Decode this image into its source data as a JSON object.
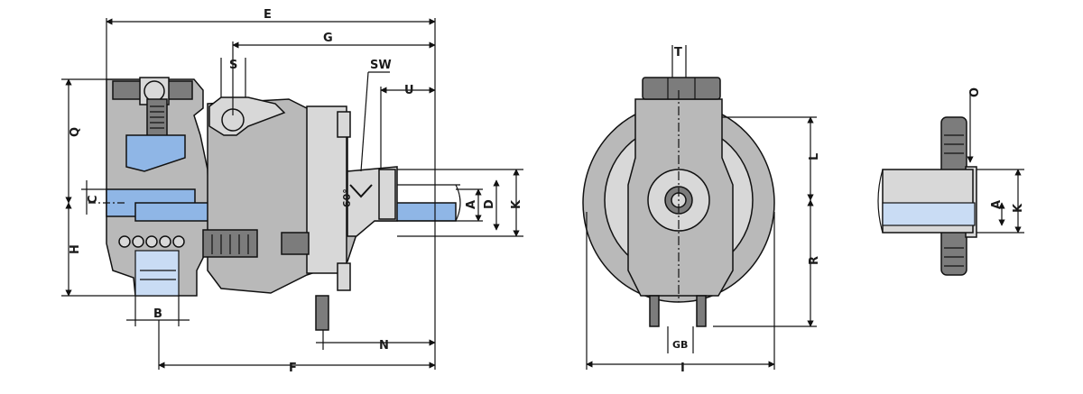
{
  "labels": {
    "E": "E",
    "G": "G",
    "S": "S",
    "SW": "SW",
    "U": "U",
    "Q": "Q",
    "C": "C",
    "H": "H",
    "B": "B",
    "F": "F",
    "N": "N",
    "A": "A",
    "D": "D",
    "K": "K",
    "angle": "60°",
    "T": "T",
    "L": "L",
    "R": "R",
    "GB": "GB",
    "I": "I",
    "O": "O",
    "A2": "A",
    "K2": "K"
  },
  "colors": {
    "fluid": "#8fb6e6",
    "fluid_light": "#c9dcf4",
    "body": "#b9b9b9",
    "dark": "#7c7c7c"
  }
}
